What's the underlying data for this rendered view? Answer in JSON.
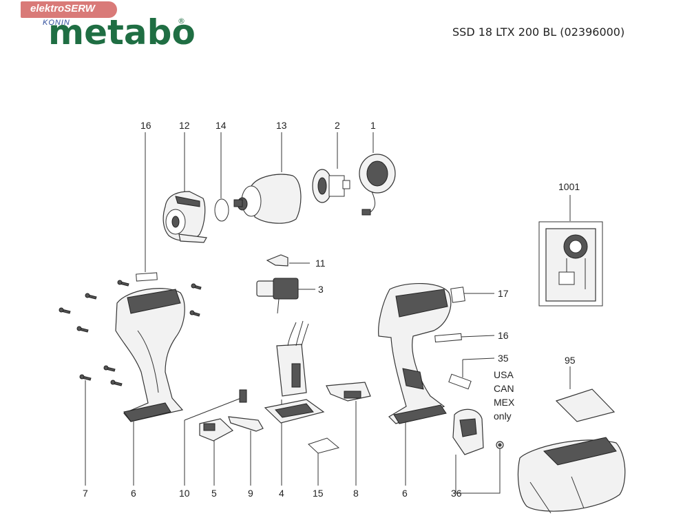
{
  "watermark": {
    "name": "elektroSERW",
    "sub": "KONIN"
  },
  "brand": {
    "name": "metabo",
    "reg": "®"
  },
  "title": "SSD 18 LTX 200 BL (02396000)",
  "labels": {
    "p16a": "16",
    "p12": "12",
    "p14": "14",
    "p13": "13",
    "p2": "2",
    "p1": "1",
    "p1001": "1001",
    "p11": "11",
    "p3": "3",
    "p17": "17",
    "p16b": "16",
    "p35": "35",
    "usa": "USA",
    "can": "CAN",
    "mex": "MEX",
    "only": "only",
    "p95": "95",
    "p7": "7",
    "p6a": "6",
    "p10": "10",
    "p5": "5",
    "p9": "9",
    "p4": "4",
    "p15": "15",
    "p8": "8",
    "p6b": "6",
    "p36": "36"
  },
  "colors": {
    "brand": "#1f6e43",
    "watermark": "#d97a78",
    "ink": "#333333"
  }
}
